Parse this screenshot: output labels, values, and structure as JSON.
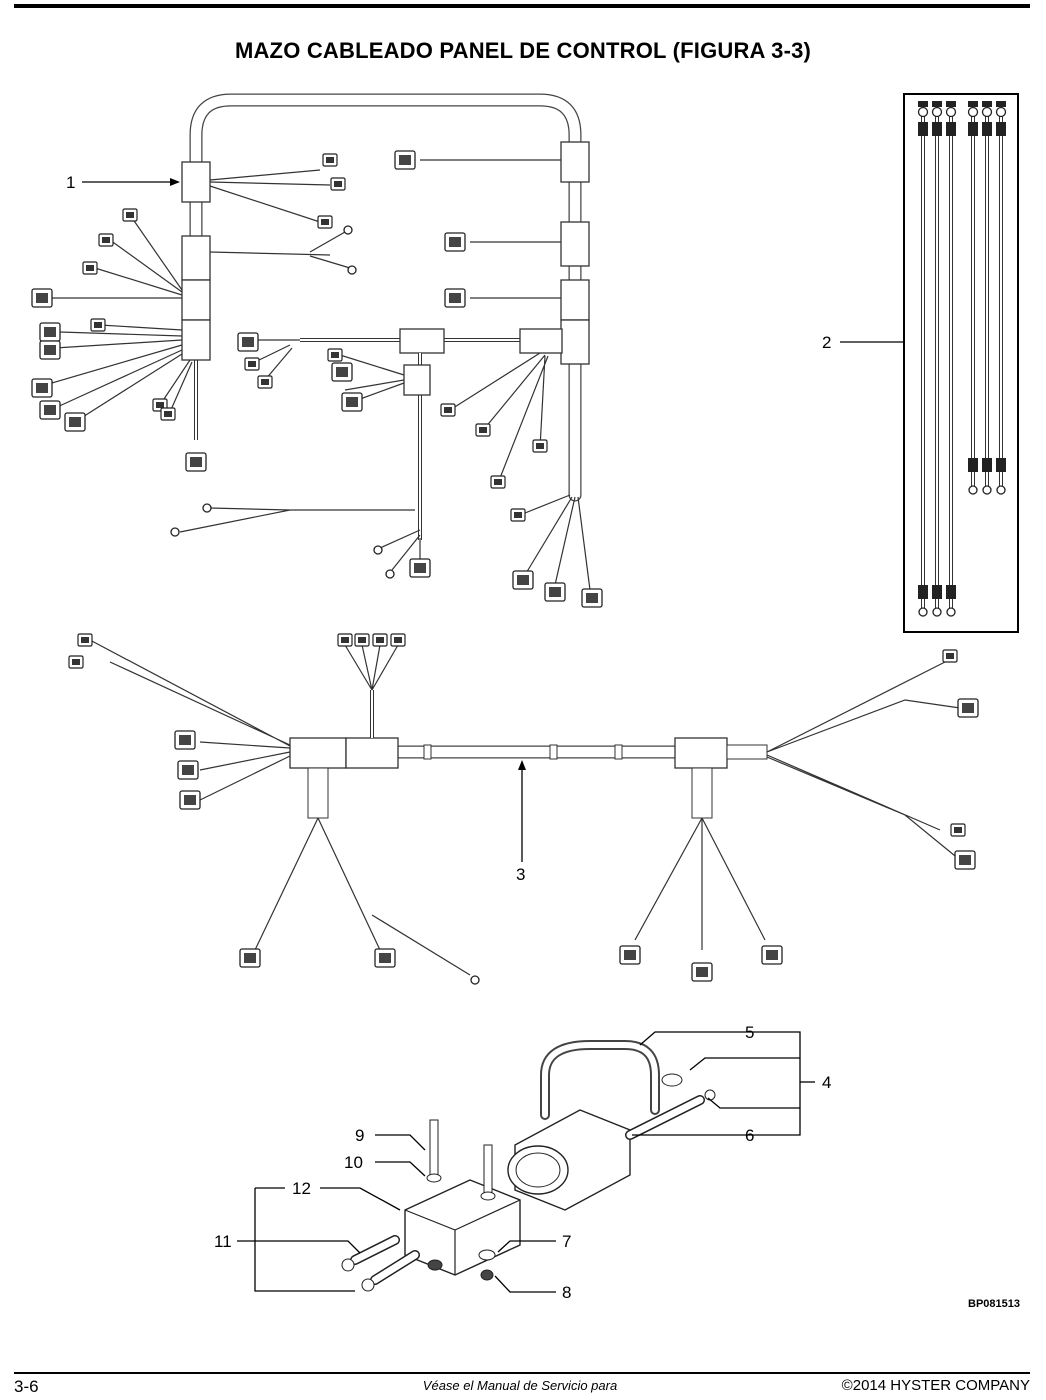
{
  "page": {
    "title": "MAZO CABLEADO PANEL DE CONTROL (FIGURA 3-3)",
    "code": "BP081513",
    "footer_left": "3-6",
    "footer_center": "Véase el Manual de Servicio para",
    "footer_right": "©2014 HYSTER COMPANY"
  },
  "callouts": {
    "c1": "1",
    "c2": "2",
    "c3": "3",
    "c4": "4",
    "c5": "5",
    "c6": "6",
    "c7": "7",
    "c8": "8",
    "c9": "9",
    "c10": "10",
    "c11": "11",
    "c12": "12"
  }
}
